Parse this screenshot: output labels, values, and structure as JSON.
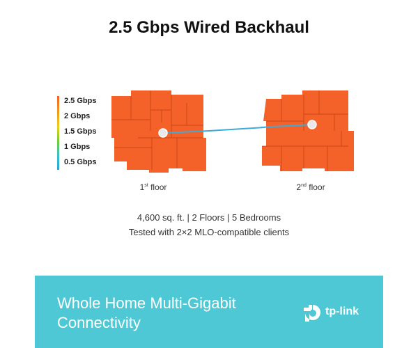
{
  "title": "2.5 Gbps Wired Backhaul",
  "legend": {
    "labels": [
      "2.5 Gbps",
      "2 Gbps",
      "1.5 Gbps",
      "1 Gbps",
      "0.5 Gbps"
    ]
  },
  "floors": [
    {
      "label_num": "1",
      "label_sup": "st",
      "label_word": "floor"
    },
    {
      "label_num": "2",
      "label_sup": "nd",
      "label_word": "floor"
    }
  ],
  "colors": {
    "coverage": "#f4622a",
    "backhaul_line": "#3fa9d8",
    "banner": "#4fc8d6"
  },
  "info": {
    "line1": "4,600 sq. ft. | 2 Floors | 5 Bedrooms",
    "line2": "Tested with 2×2 MLO-compatible clients"
  },
  "banner": {
    "line1": "Whole Home Multi-Gigabit",
    "line2": "Connectivity",
    "logo_text": "tp-link"
  }
}
